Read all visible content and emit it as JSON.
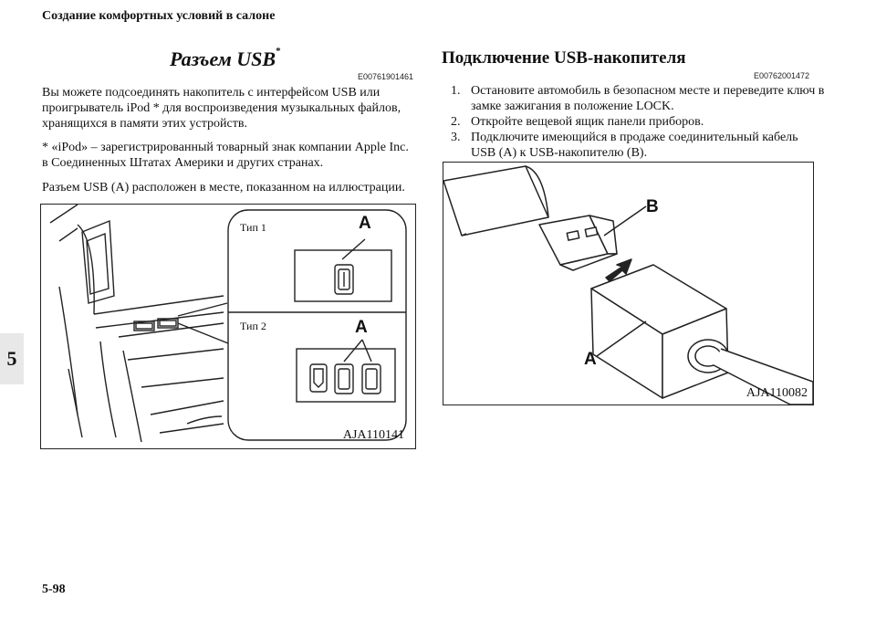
{
  "header": {
    "section_title": "Создание комфортных условий в салоне"
  },
  "page": {
    "number": "5-98",
    "chapter": "5"
  },
  "left": {
    "title": "Разъем USB",
    "title_mark": "*",
    "code": "E00761901461",
    "para1": "Вы можете подсоединять накопитель с интерфейсом USB или проигрыватель iPod * для воспроизведения музыкальных файлов, хранящихся в памяти этих устройств.",
    "para2": "* «iPod» – зарегистрированный товарный знак компании Apple Inc. в Соединенных Штатах Америки и других странах.",
    "para3": "Разъем USB (A) расположен в месте, показанном на иллюстрации.",
    "figure": {
      "type1": "Тип 1",
      "type2": "Тип 2",
      "letter_a1": "A",
      "letter_a2": "A",
      "code": "AJA110141"
    }
  },
  "right": {
    "title": "Подключение USB-накопителя",
    "code": "E00762001472",
    "steps": [
      {
        "n": "1.",
        "text": "Остановите автомобиль в безопасном месте и переведите ключ в замке зажигания в положение LOCK."
      },
      {
        "n": "2.",
        "text": "Откройте вещевой ящик панели приборов."
      },
      {
        "n": "3.",
        "text": "Подключите имеющийся в продаже соединительный кабель USB (A) к USB-накопителю (B)."
      }
    ],
    "figure": {
      "letter_b": "B",
      "letter_a": "A",
      "code": "AJA110082"
    }
  }
}
